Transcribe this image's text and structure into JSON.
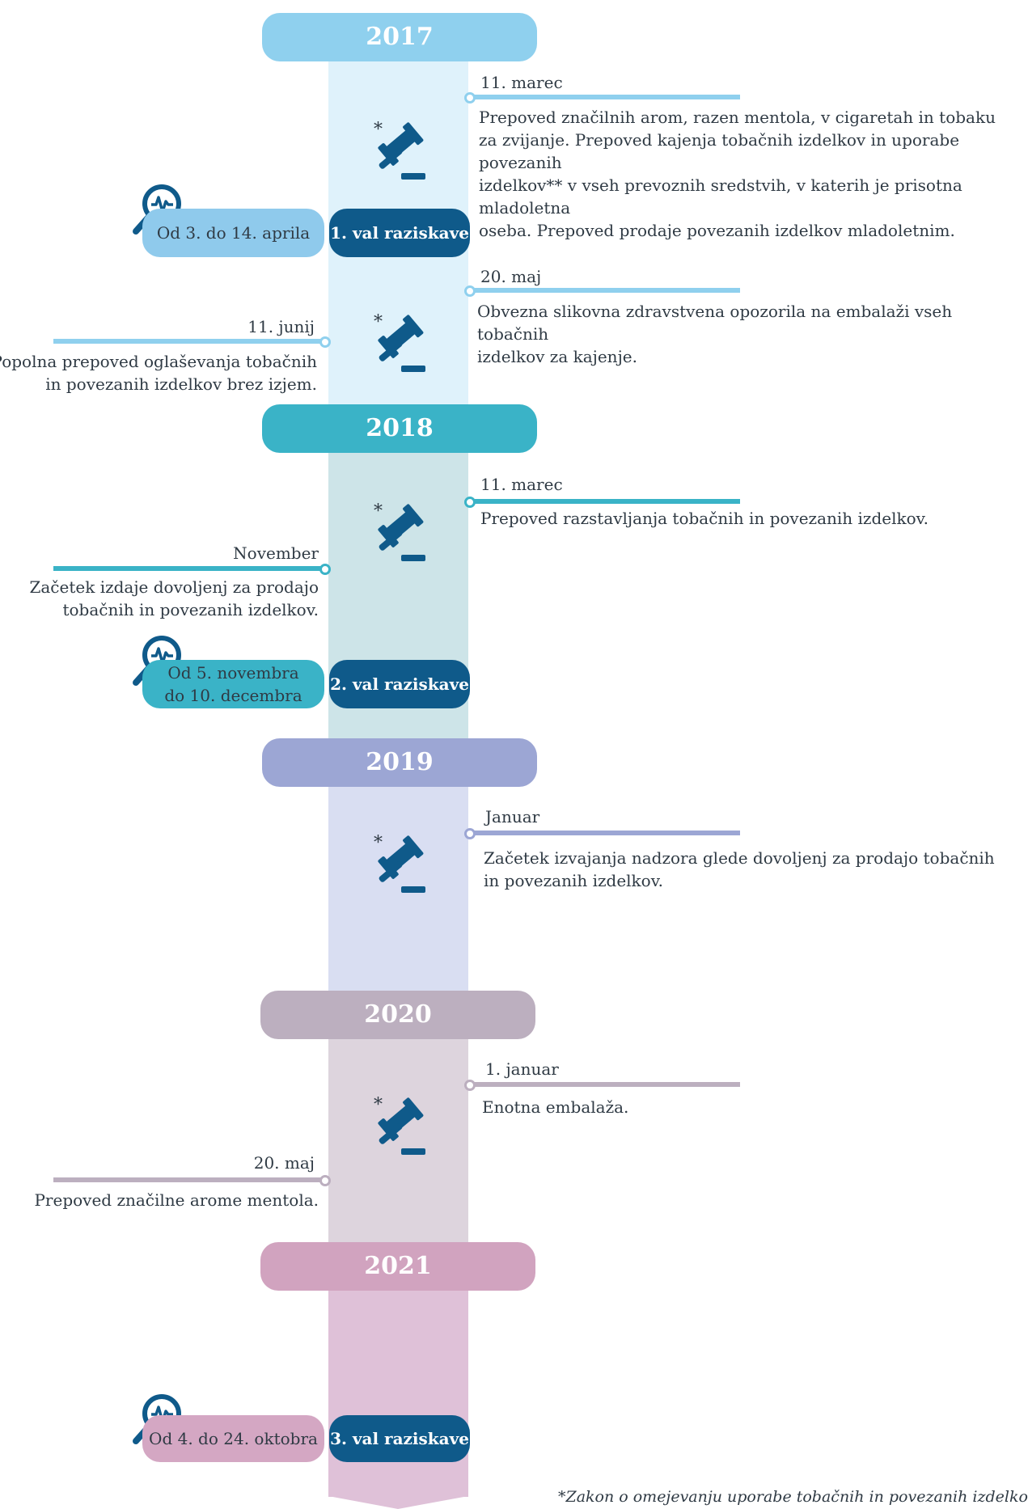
{
  "colors": {
    "y2017": "#8fd0ee",
    "y2018": "#3ab3c7",
    "y2019": "#9ca6d4",
    "y2020": "#bcafbf",
    "y2021": "#d1a3bf",
    "wave": "#0f5a8a",
    "period2017": "#8fcaec",
    "period2018": "#3ab3c7",
    "period2021": "#d4a7c3",
    "icon": "#0f5a8a"
  },
  "years": {
    "y2017": "2017",
    "y2018": "2018",
    "y2019": "2019",
    "y2020": "2020",
    "y2021": "2021"
  },
  "events": {
    "e2017_1": {
      "date": "11.  marec",
      "text": [
        "Prepoved značilnih arom, razen mentola, v cigaretah in tobaku",
        "za zvijanje. Prepoved kajenja tobačnih izdelkov in uporabe povezanih",
        "izdelkov** v vseh prevoznih sredstvih, v katerih je prisotna mladoletna",
        "oseba. Prepoved prodaje povezanih izdelkov mladoletnim."
      ]
    },
    "e2017_2": {
      "date": "20.  maj",
      "text": [
        "Obvezna slikovna zdravstvena opozorila na embalaži vseh tobačnih",
        "izdelkov za kajenje."
      ]
    },
    "e2017_3": {
      "date": "11. junij",
      "text": [
        "Popolna prepoved oglaševanja tobačnih",
        "in povezanih izdelkov brez izjem."
      ]
    },
    "e2018_1": {
      "date": "11.  marec",
      "text": [
        "Prepoved razstavljanja tobačnih in povezanih izdelkov."
      ]
    },
    "e2018_2": {
      "date": "November",
      "text": [
        "Začetek izdaje dovoljenj za prodajo",
        "tobačnih in povezanih izdelkov."
      ]
    },
    "e2019_1": {
      "date": "Januar",
      "text": [
        "Začetek izvajanja nadzora glede dovoljenj za prodajo tobačnih",
        "in povezanih izdelkov."
      ]
    },
    "e2020_1": {
      "date": "1. januar",
      "text": [
        "Enotna embalaža."
      ]
    },
    "e2020_2": {
      "date": "20. maj",
      "text": [
        "Prepoved značilne arome mentola."
      ]
    }
  },
  "waves": {
    "w1": {
      "label": "1. val raziskave",
      "period": [
        "Od 3. do 14. aprila"
      ]
    },
    "w2": {
      "label": "2. val raziskave",
      "period": [
        "Od 5. novembra",
        "do 10. decembra"
      ]
    },
    "w3": {
      "label": "3. val raziskave",
      "period": [
        "Od 4. do 24. oktobra"
      ]
    }
  },
  "asterisk": "*",
  "footnote": "*Zakon o omejevanju uporabe tobačnih in povezanih izdelkov",
  "icons": {
    "law": "gavel-icon",
    "survey": "magnifier-pulse-icon"
  }
}
